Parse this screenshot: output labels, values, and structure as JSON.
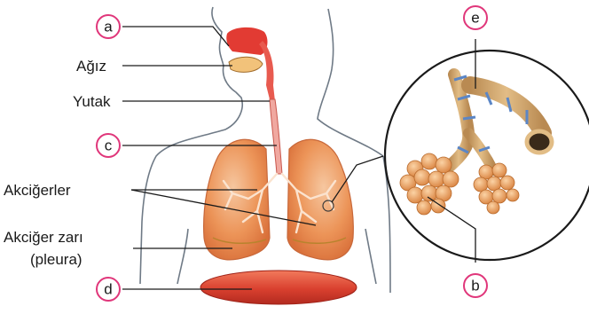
{
  "markers": {
    "a": "a",
    "b": "b",
    "c": "c",
    "d": "d",
    "e": "e"
  },
  "labels": {
    "mouth": "Ağız",
    "pharynx": "Yutak",
    "lungs": "Akciğerler",
    "pleura_line1": "Akciğer zarı",
    "pleura_line2": "(pleura)"
  },
  "colors": {
    "marker_ring": "#e0367a",
    "tissue_red": "#e23b33",
    "lung_orange": "#e8884a",
    "lung_light": "#f4b98c",
    "diaphragm": "#d9402f",
    "alveoli": "#e9a46a",
    "bronchi": "#c9a06a",
    "bronchi_band": "#6a8fc4",
    "body_outline": "#6f7a86"
  },
  "icons": {
    "body": "human-torso-outline",
    "magnifier": "alveoli-magnifier-circle"
  }
}
